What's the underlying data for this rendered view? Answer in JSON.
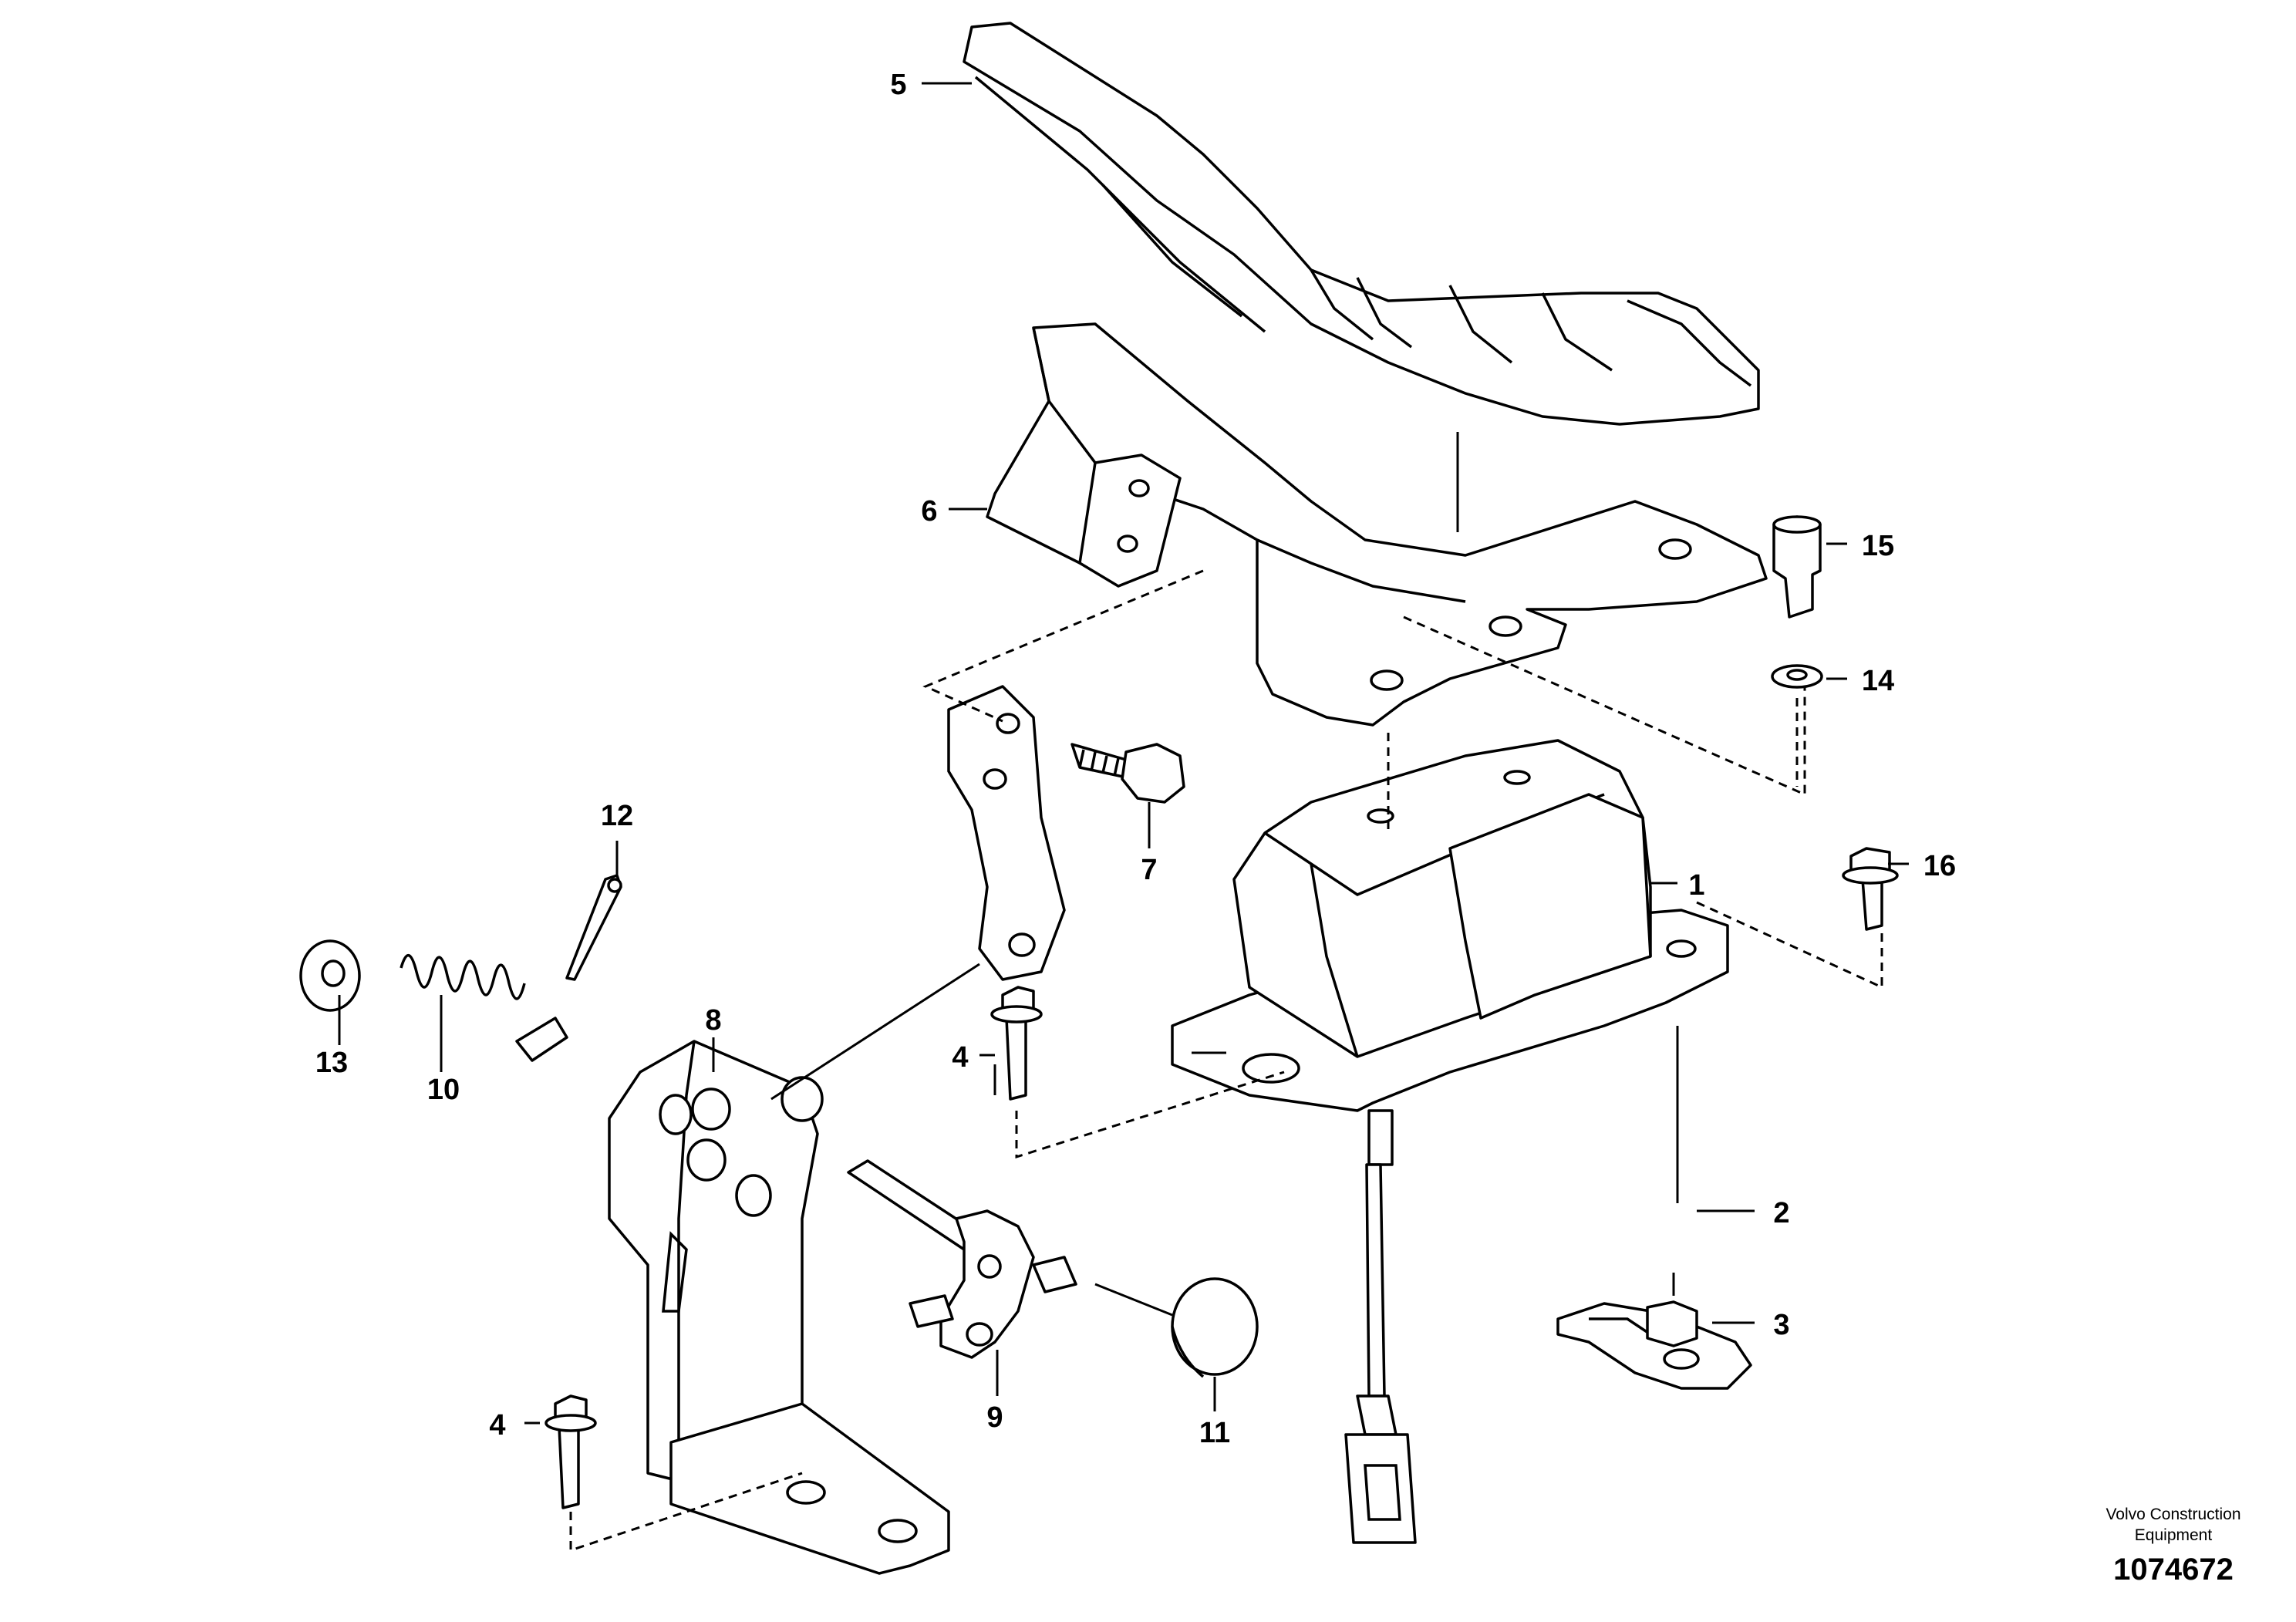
{
  "callouts": {
    "c1": "1",
    "c2": "2",
    "c3": "3",
    "c4a": "4",
    "c4b": "4",
    "c5": "5",
    "c6": "6",
    "c7": "7",
    "c8": "8",
    "c9": "9",
    "c10": "10",
    "c11": "11",
    "c12": "12",
    "c13": "13",
    "c14": "14",
    "c15": "15",
    "c16": "16"
  },
  "footer": {
    "company_line1": "Volvo Construction",
    "company_line2": "Equipment",
    "drawing_number": "1074672"
  }
}
